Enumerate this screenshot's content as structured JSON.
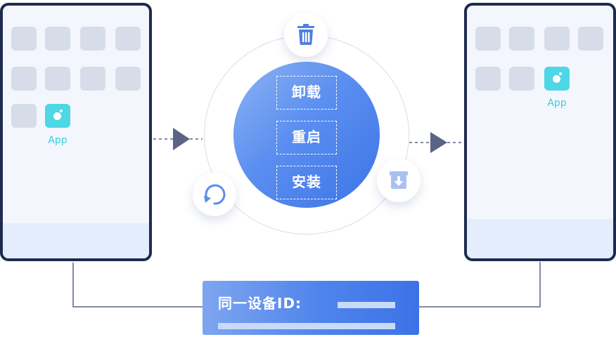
{
  "left_phone": {
    "app_label": "App"
  },
  "right_phone": {
    "app_label": "App"
  },
  "operations": [
    "卸载",
    "重启",
    "安装"
  ],
  "icons": {
    "trash": "trash-icon",
    "restart": "restart-icon",
    "install": "download-box-icon"
  },
  "device_id": {
    "label": "同一设备ID:"
  },
  "colors": {
    "phone_border": "#1d2b4f",
    "core_gradient_start": "#8fb4f2",
    "core_gradient_end": "#3d74e6",
    "app_icon": "#4ed7e5",
    "arrow": "#5a6585"
  }
}
